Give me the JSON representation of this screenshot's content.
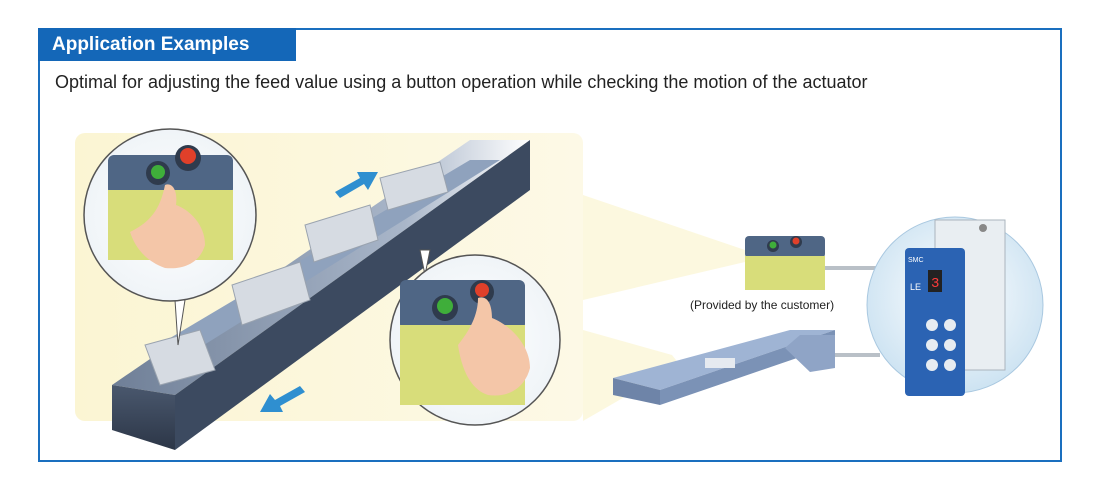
{
  "header": {
    "tab_label": "Application Examples"
  },
  "subtitle": "Optimal for adjusting the feed value using a button operation while checking the motion of the actuator",
  "illustration": {
    "caption": "(Provided by the customer)",
    "controller_label": "LE",
    "controller_brand": "SMC",
    "display_digit": "3"
  },
  "colors": {
    "frame_blue": "#1a6fbf",
    "tab_blue": "#1467b8",
    "panel_cream": "#fbf5d3",
    "box_yellow": "#d8dd7a",
    "button_green": "#3fae3a",
    "button_red": "#e0402a",
    "arrow_blue": "#2f8fd0"
  }
}
